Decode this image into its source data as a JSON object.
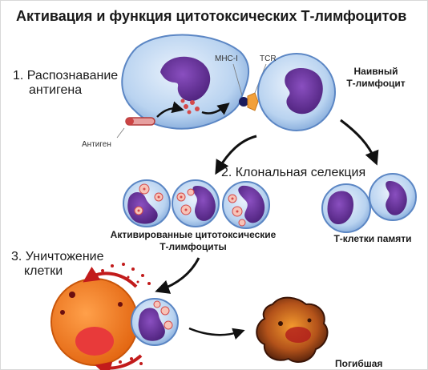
{
  "title": "Активация и функция цитотоксических Т-лимфоцитов",
  "steps": {
    "recognition_line1": "1. Распознавание",
    "recognition_line2": "антигена",
    "selection": "2. Клональная селекция",
    "destruction_line1": "3. Уничтожение",
    "destruction_line2": "клетки"
  },
  "labels": {
    "mhc": "MHC-I",
    "tcr": "TCR",
    "antigen": "Антиген",
    "naive_line1": "Наивный",
    "naive_line2": "Т-лимфоцит",
    "activated_line1": "Активированные цитотоксические",
    "activated_line2": "Т-лимфоциты",
    "memory": "Т-клетки памяти",
    "dying": "Погибшая"
  },
  "colors": {
    "cell_fill": "#b9d3f0",
    "cell_edge": "#5b86c4",
    "nucleus": "#5a2a8a",
    "granule": "#e06b6b",
    "target": "#f07a1a",
    "arrow": "#111111",
    "red_arrow": "#c21b1b"
  }
}
